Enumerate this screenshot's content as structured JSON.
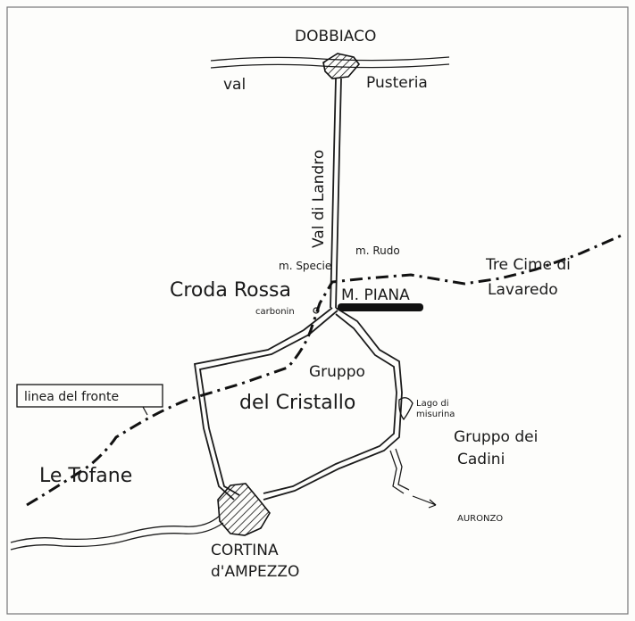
{
  "map": {
    "places": {
      "dobbiaco": "DOBBIACO",
      "val": "val",
      "pusteria": "Pusteria",
      "val_di_landro": "Val di Landro",
      "m_rudo": "m. Rudo",
      "m_specie": "m. Specie",
      "croda_rossa": "Croda Rossa",
      "carbonin": "carbonin",
      "m_piana": "M. PIANA",
      "tre_cime_line1": "Tre Cime di",
      "tre_cime_line2": "Lavaredo",
      "gruppo": "Gruppo",
      "del_cristallo": "del Cristallo",
      "lago_line1": "Lago di",
      "lago_line2": "misurina",
      "cadini_line1": "Gruppo dei",
      "cadini_line2": "Cadini",
      "le_tofane": "Le Tofane",
      "auronzo": "AURONZO",
      "cortina_line1": "CORTINA",
      "cortina_line2": "d'AMPEZZO"
    },
    "legend": {
      "front_line_label": "linea del fronte"
    }
  }
}
